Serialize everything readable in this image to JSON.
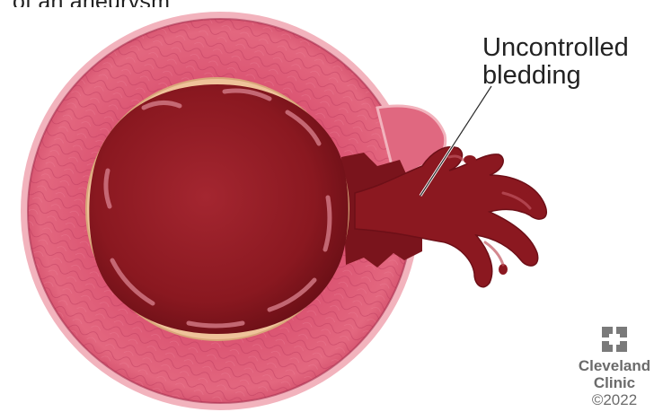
{
  "header": {
    "partial_title": "of an aneurysm"
  },
  "callout": {
    "line1": "Uncontrolled",
    "line2": "bledding"
  },
  "brand": {
    "name_line1": "Cleveland",
    "name_line2": "Clinic",
    "copyright": "©2022"
  },
  "colors": {
    "outer_wall": "#e1607a",
    "outer_wall_dark": "#c23a5a",
    "wall_border": "#f0a9b4",
    "inner_lining": "#efc39a",
    "blood": "#8e1a22",
    "blood_dark": "#6d0f17",
    "brand_gray": "#6b6b6b"
  }
}
